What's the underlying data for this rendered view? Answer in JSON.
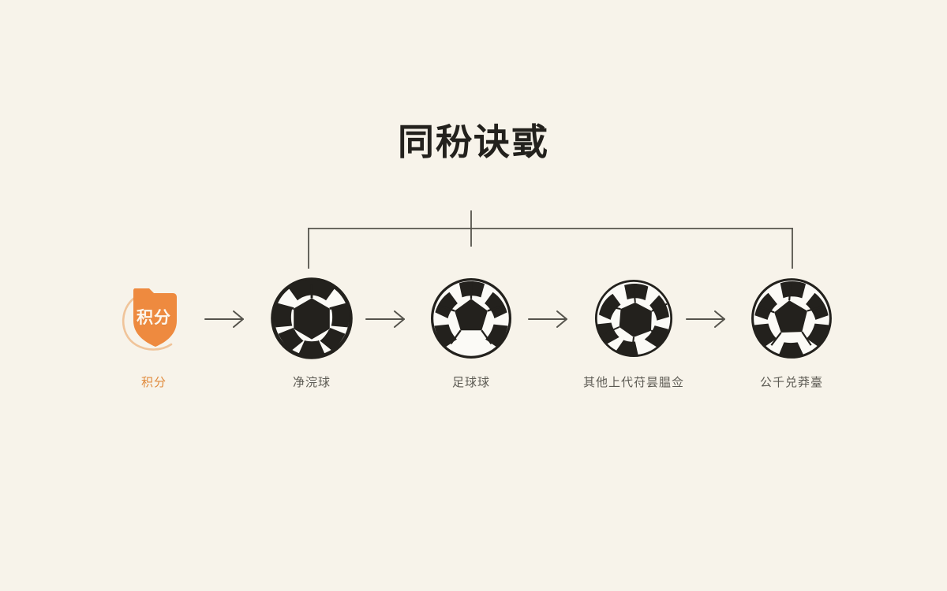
{
  "slide": {
    "background_color": "#f7f3ea",
    "title": "同秎诀戜"
  },
  "theme": {
    "accent_color": "#ee8a3f",
    "line_color": "#55534c",
    "text_color": "#5c5a53",
    "title_color": "#23211d"
  },
  "flow": {
    "nodes": [
      {
        "id": "origin",
        "caption": "积分",
        "badge_text": "积分",
        "icon": "shield-badge-icon"
      },
      {
        "id": "step-1",
        "caption": "净浣球",
        "icon": "soccer-ball-icon"
      },
      {
        "id": "step-2",
        "caption": "足球球",
        "icon": "soccer-ball-icon"
      },
      {
        "id": "step-3",
        "caption": "其他上代苻昙腽佥",
        "icon": "soccer-ball-icon"
      },
      {
        "id": "step-4",
        "caption": "公千兑莽臺",
        "icon": "soccer-ball-icon"
      }
    ],
    "arrows": [
      {
        "id": "arrow-1",
        "glyph": "arrow-right-icon"
      },
      {
        "id": "arrow-2",
        "glyph": "arrow-right-icon"
      },
      {
        "id": "arrow-3",
        "glyph": "arrow-right-icon"
      },
      {
        "id": "arrow-4",
        "glyph": "arrow-right-icon"
      }
    ]
  },
  "bracket": {
    "label": "grouping-bracket",
    "covers": [
      "step-1",
      "step-2",
      "step-3",
      "step-4"
    ]
  }
}
